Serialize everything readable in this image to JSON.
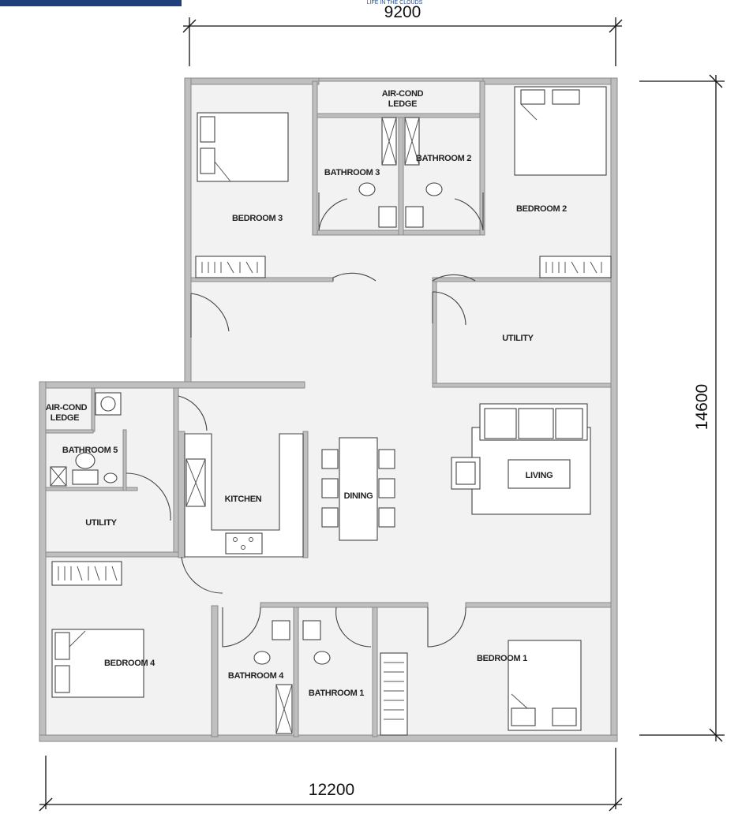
{
  "plan": {
    "brand_tagline": "LIFE IN THE CLOUDS",
    "dimensions": {
      "top_width": "9200",
      "bottom_width": "12200",
      "right_height": "14600"
    },
    "rooms": {
      "aircond_ledge_top_1": "AIR-COND",
      "aircond_ledge_top_2": "LEDGE",
      "bathroom_3": "BATHROOM 3",
      "bathroom_2": "BATHROOM 2",
      "bedroom_3": "BEDROOM 3",
      "bedroom_2": "BEDROOM 2",
      "utility_right": "UTILITY",
      "aircond_ledge_left_1": "AIR-COND",
      "aircond_ledge_left_2": "LEDGE",
      "bathroom_5": "BATHROOM 5",
      "utility_left": "UTILITY",
      "kitchen": "KITCHEN",
      "dining": "DINING",
      "living": "LIVING",
      "bedroom_4": "BEDROOM 4",
      "bathroom_4": "BATHROOM 4",
      "bathroom_1": "BATHROOM 1",
      "bedroom_1": "BEDROOM 1"
    }
  }
}
